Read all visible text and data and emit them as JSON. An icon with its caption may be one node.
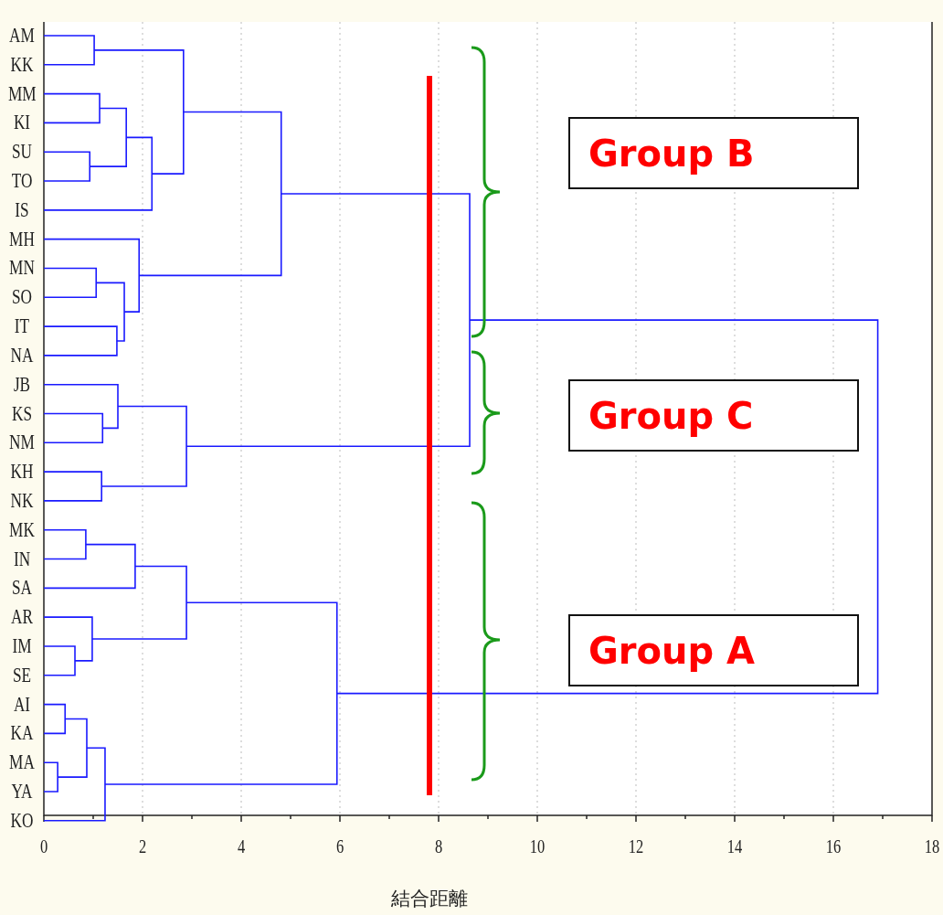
{
  "diagram": {
    "nodes": [
      {
        "text": [
          "Group B"
        ]
      },
      {
        "text": [
          "Group C"
        ]
      },
      {
        "text": [
          "Group A"
        ]
      }
    ],
    "labels": [
      "AM",
      "KK",
      "MM",
      "KI",
      "SU",
      "TO",
      "IS",
      "MH",
      "MN",
      "SO",
      "IT",
      "NA",
      "JB",
      "KS",
      "NM",
      "KH",
      "NK",
      "MK",
      "IN",
      "SA",
      "AR",
      "IM",
      "SE",
      "AI",
      "KA",
      "MA",
      "YA",
      "KO",
      "0",
      "2",
      "4",
      "6",
      "8",
      "10",
      "12",
      "14",
      "16",
      "18",
      "結合距離"
    ]
  }
}
